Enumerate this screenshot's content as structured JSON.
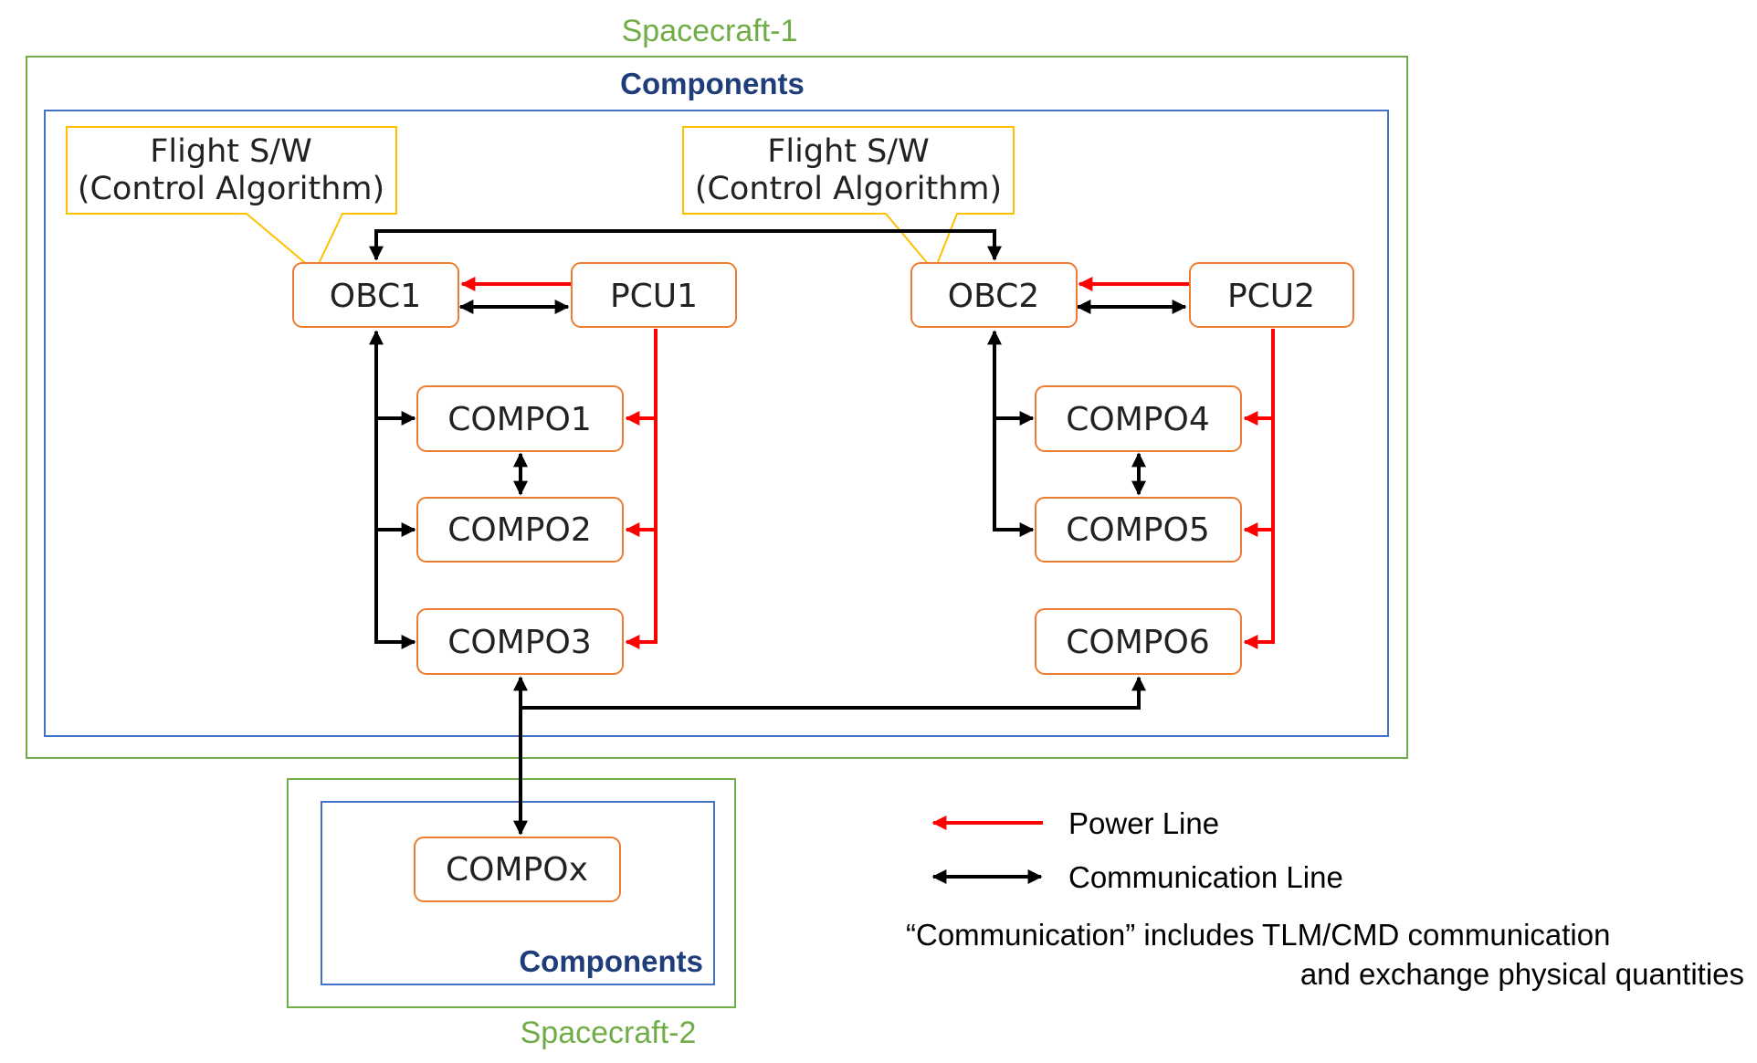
{
  "colors": {
    "spacecraft_border": "#70ad47",
    "components_border": "#4472c4",
    "components_title": "#1f3d7a",
    "box_border": "#ed7d31",
    "callout_border": "#ffc000",
    "power_line": "#ff0000",
    "communication_line": "#000000"
  },
  "spacecraft1": {
    "title": "Spacecraft-1",
    "components_title": "Components",
    "callout_left": {
      "line1": "Flight S/W",
      "line2": "(Control Algorithm)"
    },
    "callout_right": {
      "line1": "Flight S/W",
      "line2": "(Control Algorithm)"
    },
    "boxes": {
      "obc1": "OBC1",
      "pcu1": "PCU1",
      "obc2": "OBC2",
      "pcu2": "PCU2",
      "compo1": "COMPO1",
      "compo2": "COMPO2",
      "compo3": "COMPO3",
      "compo4": "COMPO4",
      "compo5": "COMPO5",
      "compo6": "COMPO6"
    }
  },
  "spacecraft2": {
    "title": "Spacecraft-2",
    "components_title": "Components",
    "boxes": {
      "compox": "COMPOx"
    }
  },
  "legend": {
    "power_line": "Power Line",
    "communication_line": "Communication Line"
  },
  "note": {
    "line1": "“Communication” includes TLM/CMD communication",
    "line2": "and exchange physical quantities"
  }
}
